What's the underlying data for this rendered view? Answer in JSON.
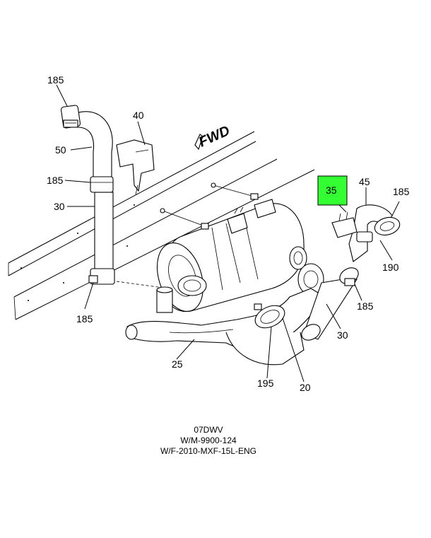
{
  "diagram": {
    "direction_label": "FWD",
    "callouts": {
      "c185_top": "185",
      "c40": "40",
      "c50": "50",
      "c185_mid": "185",
      "c30_left": "30",
      "c185_bottom_left": "185",
      "c25": "25",
      "c35": "35",
      "c45": "45",
      "c185_right_top": "185",
      "c190": "190",
      "c185_right_mid": "185",
      "c30_right": "30",
      "c195": "195",
      "c20": "20"
    },
    "highlight_color": "#33ff33",
    "caption": {
      "line1": "07DWV",
      "line2": "W/M-9900-124",
      "line3": "W/F-2010-MXF-15L-ENG"
    }
  }
}
